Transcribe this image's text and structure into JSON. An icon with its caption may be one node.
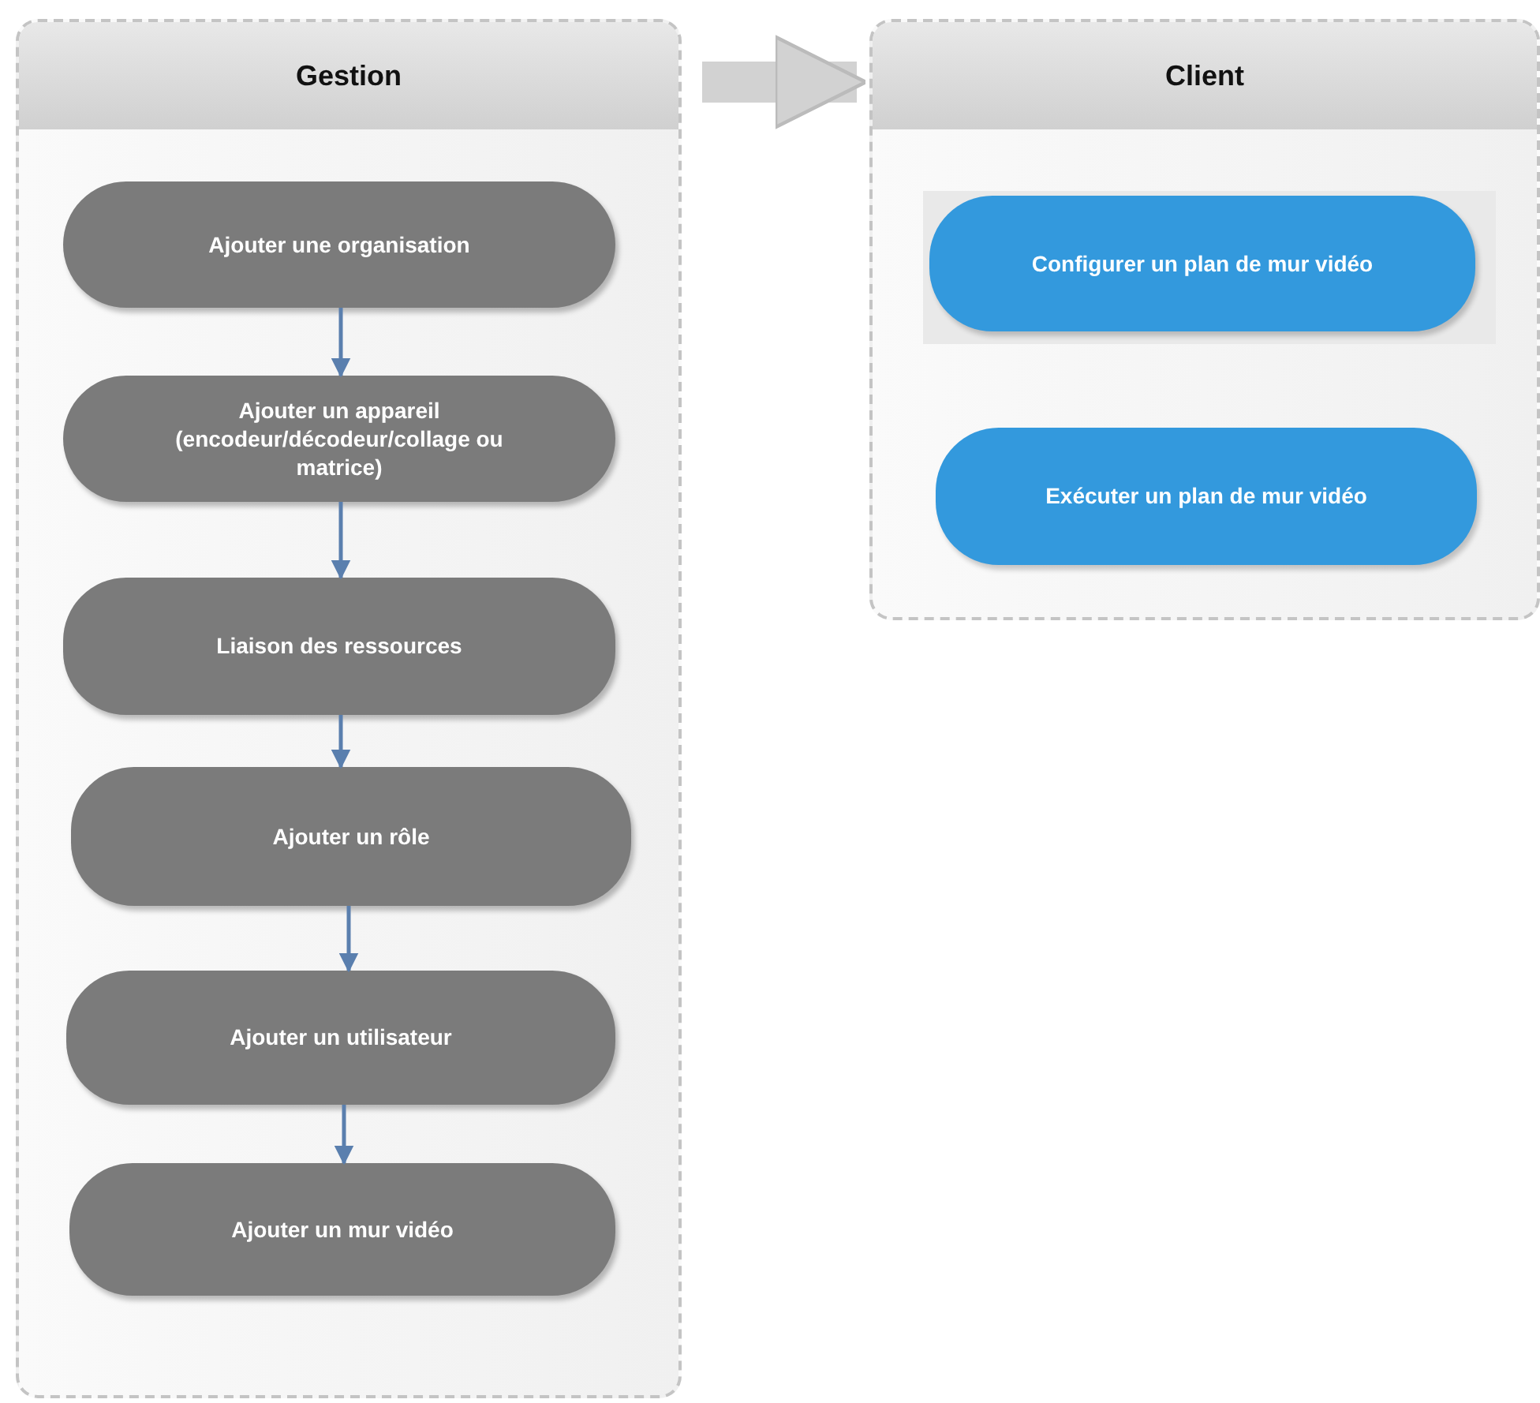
{
  "diagram": {
    "nodes": [
      {
        "text": [
          "Gestion"
        ]
      },
      {
        "text": [
          "Ajouter une organisation"
        ],
        "in": 0
      },
      {
        "text": [
          "Ajouter un appareil (encodeur/décodeur/collage ou matrice)"
        ],
        "in": 0
      },
      {
        "text": [
          "Liaison des ressources"
        ],
        "in": 0
      },
      {
        "text": [
          "Ajouter un rôle"
        ],
        "in": 0
      },
      {
        "text": [
          "Ajouter un utilisateur"
        ],
        "in": 0
      },
      {
        "text": [
          "Ajouter un mur vidéo"
        ],
        "in": 0
      },
      {
        "text": [
          "Client"
        ]
      },
      {
        "text": [
          "Configurer un plan de mur vidéo"
        ],
        "in": 7
      },
      {
        "text": [
          "Exécuter un plan de mur vidéo"
        ],
        "in": 7
      }
    ],
    "edges": [
      {
        "from": 0,
        "to": 7,
        "arrow": "to",
        "style": "thick",
        "color": "#d2d2d2"
      },
      {
        "from": 1,
        "to": 2,
        "arrow": "to"
      },
      {
        "from": 2,
        "to": 3,
        "arrow": "to"
      },
      {
        "from": 3,
        "to": 4,
        "arrow": "to"
      },
      {
        "from": 4,
        "to": 5,
        "arrow": "to"
      },
      {
        "from": 5,
        "to": 6,
        "arrow": "to"
      }
    ]
  }
}
